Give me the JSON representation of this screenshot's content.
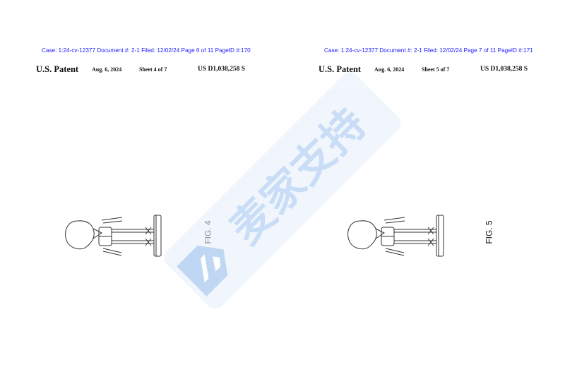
{
  "pages": [
    {
      "case_header": "Case: 1:24-cv-12377 Document #: 2-1 Filed: 12/02/24 Page 6 of 11 PageID #:170",
      "patent_title": "U.S. Patent",
      "date": "Aug. 6, 2024",
      "sheet": "Sheet 4 of 7",
      "patent_number": "US D1,038,258 S",
      "figure_label": "FIG. 4"
    },
    {
      "case_header": "Case: 1:24-cv-12377 Document #: 2-1 Filed: 12/02/24 Page 7 of 11 PageID #:171",
      "patent_title": "U.S. Patent",
      "date": "Aug. 6, 2024",
      "sheet": "Sheet 5 of 7",
      "patent_number": "US D1,038,258 S",
      "figure_label": "FIG. 5"
    }
  ],
  "watermark": {
    "text": "麦家支持",
    "color": "#9ec3ef"
  }
}
